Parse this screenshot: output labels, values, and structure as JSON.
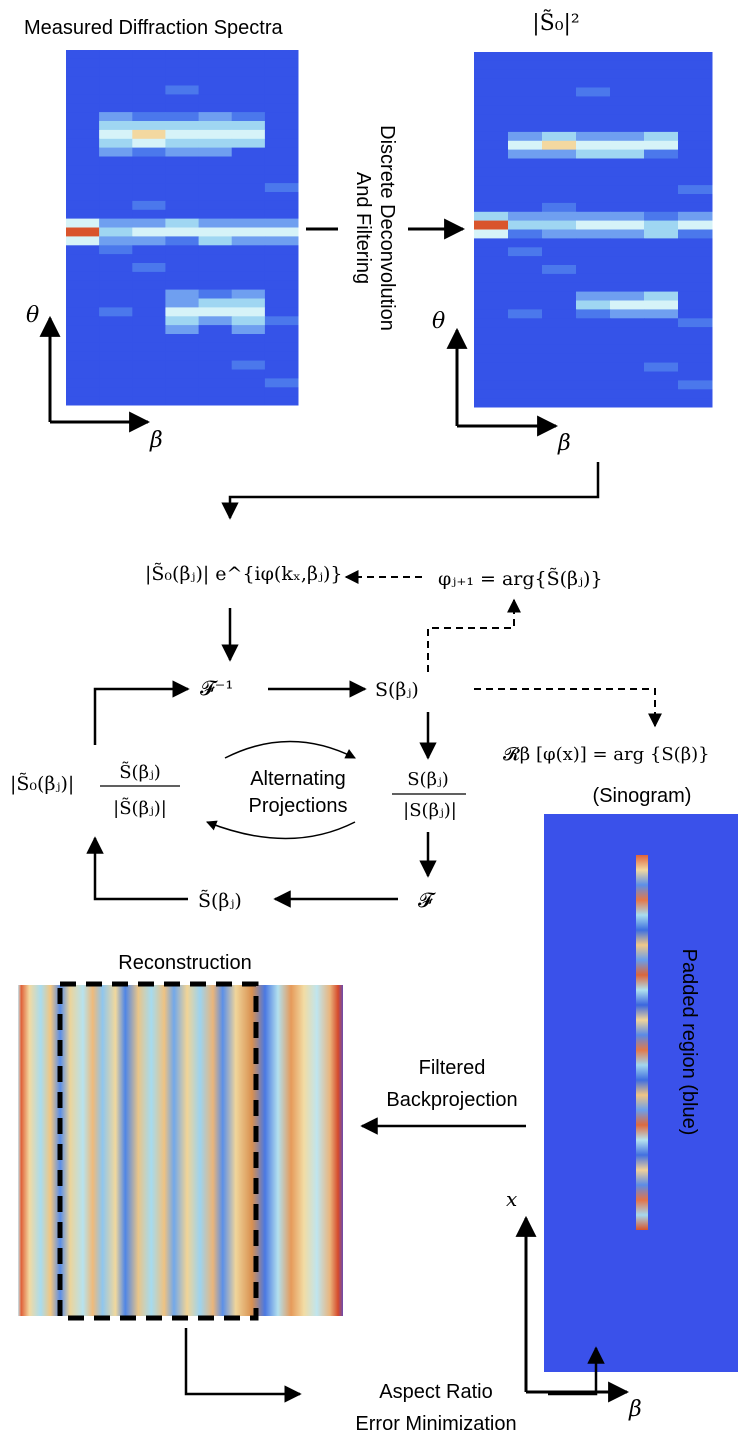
{
  "labels": {
    "measured": "Measured Diffraction Spectra",
    "s0_squared": "|S̃₀|²",
    "deconv_line1": "Discrete Deconvolution",
    "deconv_line2": "And Filtering",
    "theta": "θ",
    "beta": "β",
    "x_axis": "x",
    "alternating_line1": "Alternating",
    "alternating_line2": "Projections",
    "sinogram": "(Sinogram)",
    "padded": "Padded region (blue)",
    "reconstruction": "Reconstruction",
    "filtered_line1": "Filtered",
    "filtered_line2": "Backprojection",
    "aspect_line1": "Aspect Ratio",
    "aspect_line2": "Error Minimization"
  },
  "equations": {
    "amplitude_phase": "|S̃₀(βⱼ)| e^{iφ(kₓ,βⱼ)}",
    "phase_update": "φⱼ₊₁ = arg{S̃(βⱼ)}",
    "inverse_ft": "𝓕⁻¹",
    "s_beta": "S(βⱼ)",
    "normalize_num": "S(βⱼ)",
    "normalize_den": "|S(βⱼ)|",
    "forward_ft": "𝓕",
    "s_tilde": "S̃(βⱼ)",
    "constraint_amp": "|S̃₀(βⱼ)|",
    "constraint_num": "S̃(βⱼ)",
    "constraint_den": "|S̃(βⱼ)|",
    "radon": "𝓡β [φ(x)] = arg {S(β)}"
  },
  "colors": {
    "background_blue": "#3553e8",
    "sinogram_blue": "#3a51ea",
    "hot": "#d9542c",
    "yellow": "#f5e3a0",
    "arrow": "#000000"
  }
}
